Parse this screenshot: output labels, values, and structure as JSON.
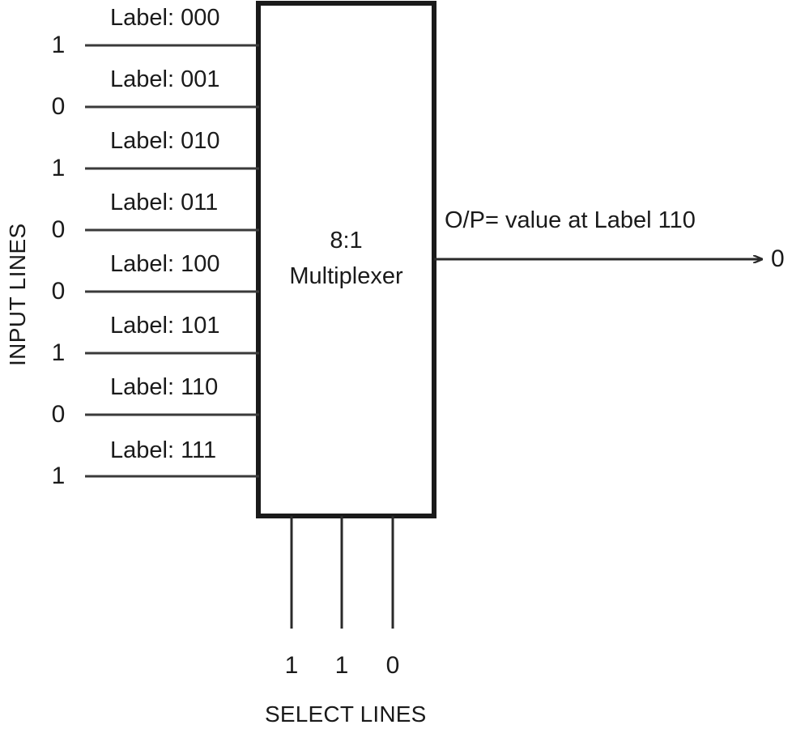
{
  "diagram": {
    "title": "8:1 Multiplexer",
    "mux_block": {
      "line1": "8:1",
      "line2": "Multiplexer"
    },
    "input_section_caption": "INPUT LINES",
    "select_section_caption": "SELECT LINES",
    "inputs": [
      {
        "label": "Label: 000",
        "value": "1"
      },
      {
        "label": "Label: 001",
        "value": "0"
      },
      {
        "label": "Label: 010",
        "value": "1"
      },
      {
        "label": "Label: 011",
        "value": "0"
      },
      {
        "label": "Label: 100",
        "value": "0"
      },
      {
        "label": "Label: 101",
        "value": "1"
      },
      {
        "label": "Label: 110",
        "value": "0"
      },
      {
        "label": "Label: 111",
        "value": "1"
      }
    ],
    "select_lines": [
      {
        "value": "1"
      },
      {
        "value": "1"
      },
      {
        "value": "0"
      }
    ],
    "output": {
      "annotation": "O/P= value at Label 110",
      "value": "0"
    },
    "colors": {
      "stroke": "#1a1a1a",
      "wire": "#3a3a3a",
      "background": "#ffffff"
    }
  }
}
